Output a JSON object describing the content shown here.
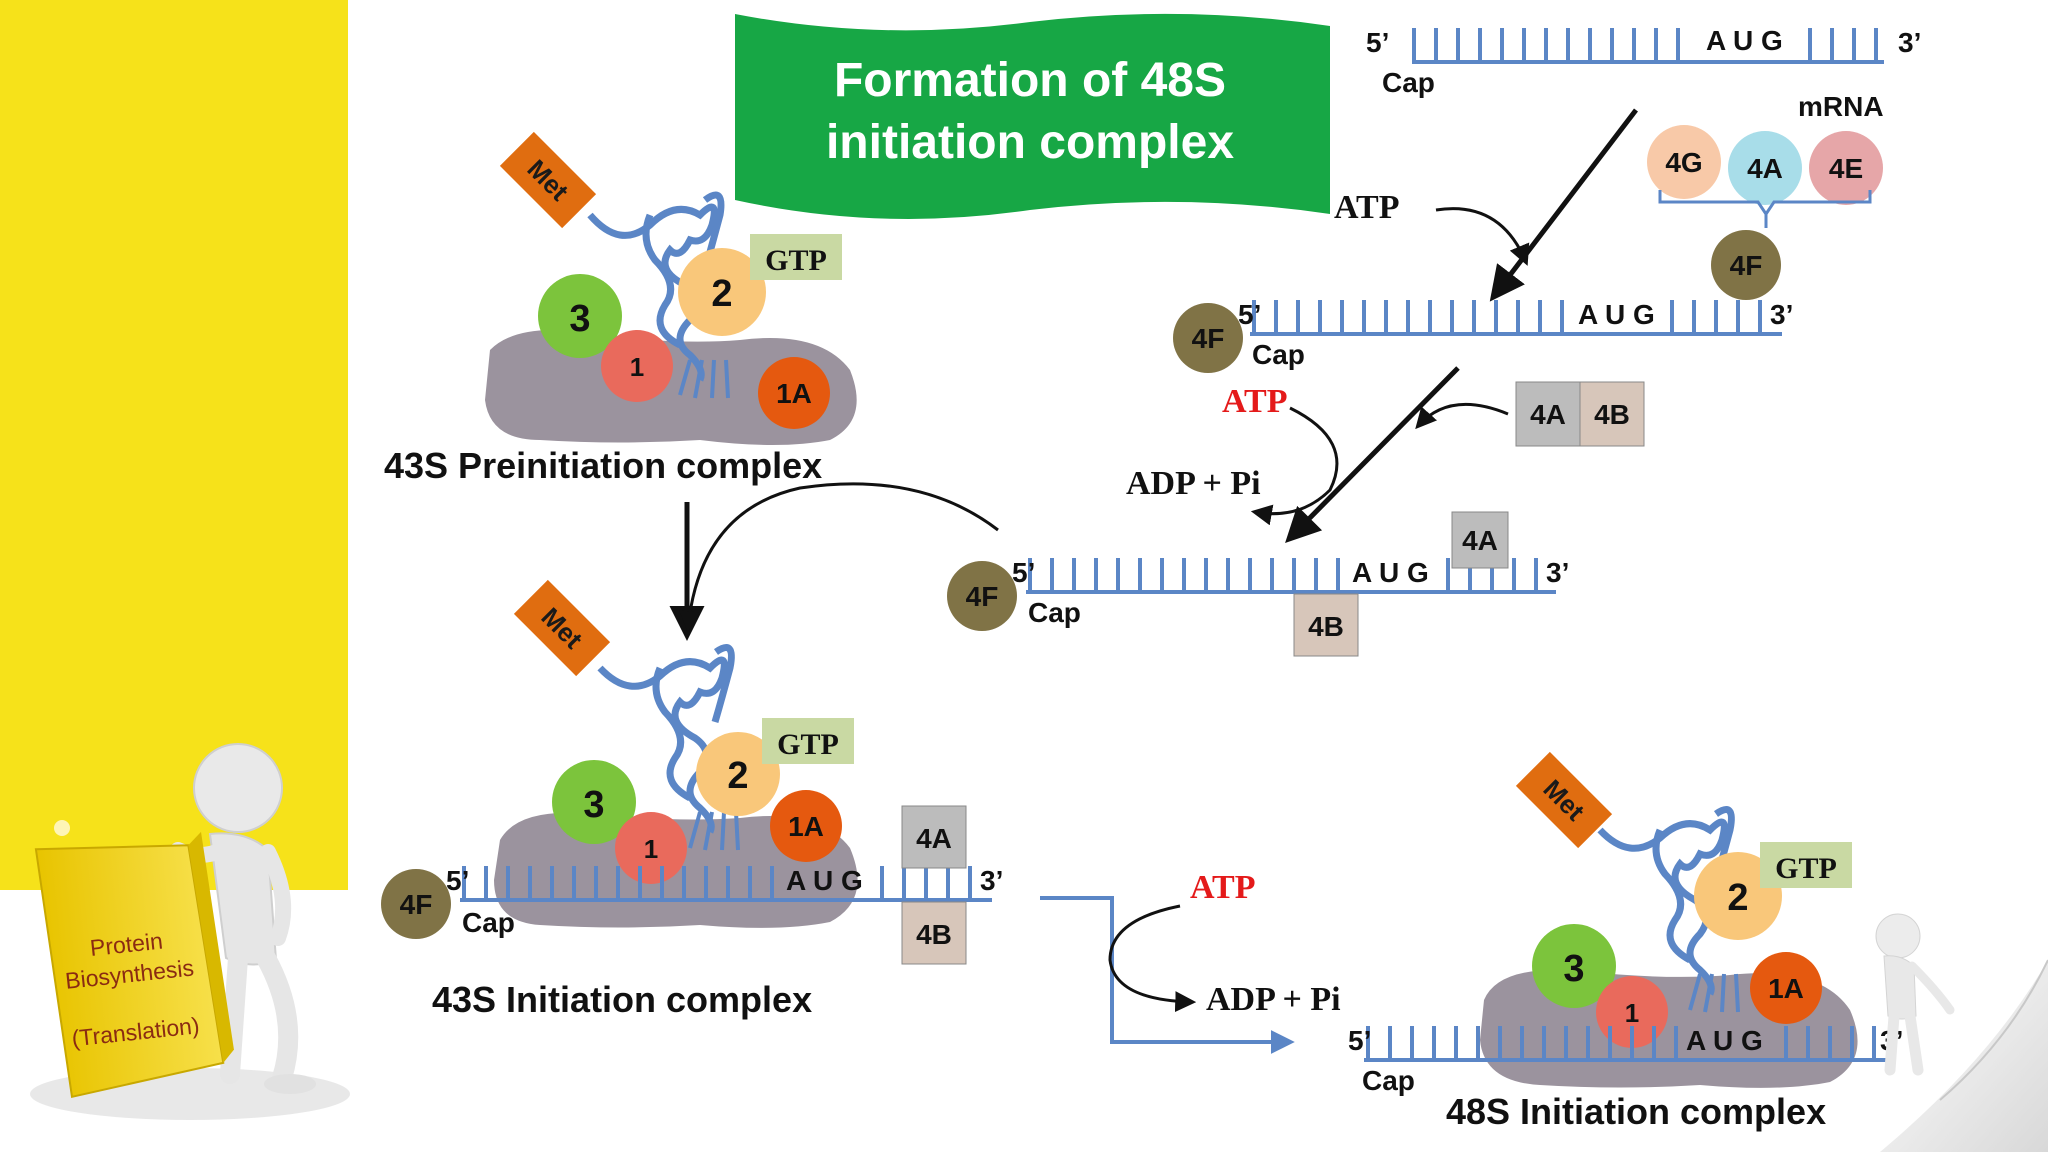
{
  "title": "Formation of 48S initiation complex",
  "title_line1": "Formation of 48S",
  "title_line2": "initiation complex",
  "colors": {
    "side_panel": "#f6e21a",
    "title_banner": "#17a745",
    "mrna_line": "#5b86c6",
    "ribosome": "#9b939e",
    "met_tag": "#e06d10",
    "factor_3": "#7cc43c",
    "factor_2": "#f9c77a",
    "factor_1": "#e96a5c",
    "factor_1A": "#e5590f",
    "factor_4F": "#807346",
    "factor_4G": "#f8c9a8",
    "factor_4A_circle": "#a8dde9",
    "factor_4E": "#e6a6a8",
    "box_4A": "#bcbcbc",
    "box_4B": "#d7c6ba",
    "box_GTP": "#c9d9a3",
    "atp_red": "#e41a1a"
  },
  "book": {
    "line1": "Protein",
    "line2": "Biosynthesis",
    "line3": "(Translation)"
  },
  "labels": {
    "five_prime": "5’",
    "three_prime": "3’",
    "cap": "Cap",
    "aug": "A U G",
    "mrna": "mRNA",
    "met": "Met",
    "gtp": "GTP",
    "atp": "ATP",
    "adp_pi": "ADP + Pi",
    "f1": "1",
    "f1A": "1A",
    "f2": "2",
    "f3": "3",
    "f4A": "4A",
    "f4B": "4B",
    "f4E": "4E",
    "f4F": "4F",
    "f4G": "4G"
  },
  "complexes": {
    "preinitiation": "43S Preinitiation complex",
    "initiation_43s": "43S Initiation complex",
    "initiation_48s": "48S Initiation complex"
  }
}
